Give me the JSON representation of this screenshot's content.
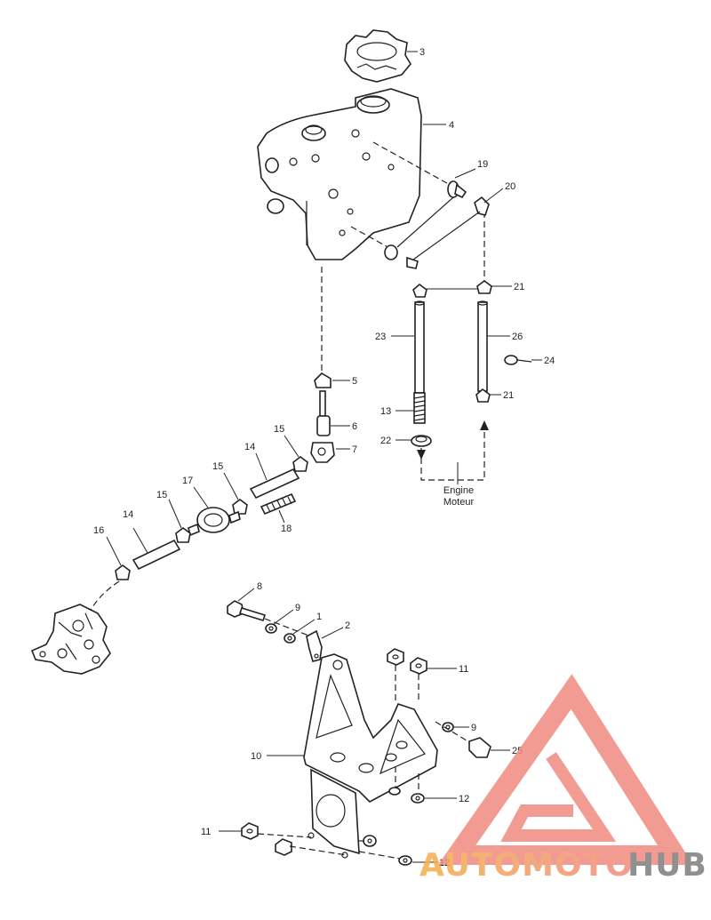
{
  "callouts": {
    "c1": "1",
    "c2": "2",
    "c3": "3",
    "c4": "4",
    "c5": "5",
    "c6": "6",
    "c7": "7",
    "c8": "8",
    "c9a": "9",
    "c9b": "9",
    "c10": "10",
    "c11a": "11",
    "c11b": "11",
    "c12a": "12",
    "c12b": "12",
    "c13": "13",
    "c14a": "14",
    "c14b": "14",
    "c15a": "15",
    "c15b": "15",
    "c15c": "15",
    "c16": "16",
    "c17": "17",
    "c18": "18",
    "c19": "19",
    "c20": "20",
    "c21a": "21",
    "c21b": "21",
    "c22": "22",
    "c23": "23",
    "c24": "24",
    "c25": "25",
    "c26": "26"
  },
  "engine_label": {
    "line1": "Engine",
    "line2": "Moteur"
  },
  "watermark": {
    "brand_part1": "AUTOMOTO",
    "brand_part2": "HUB",
    "color_primary": "#f08a80",
    "color_secondary": "#f4b04a",
    "color_gray": "#7d7d7d"
  }
}
